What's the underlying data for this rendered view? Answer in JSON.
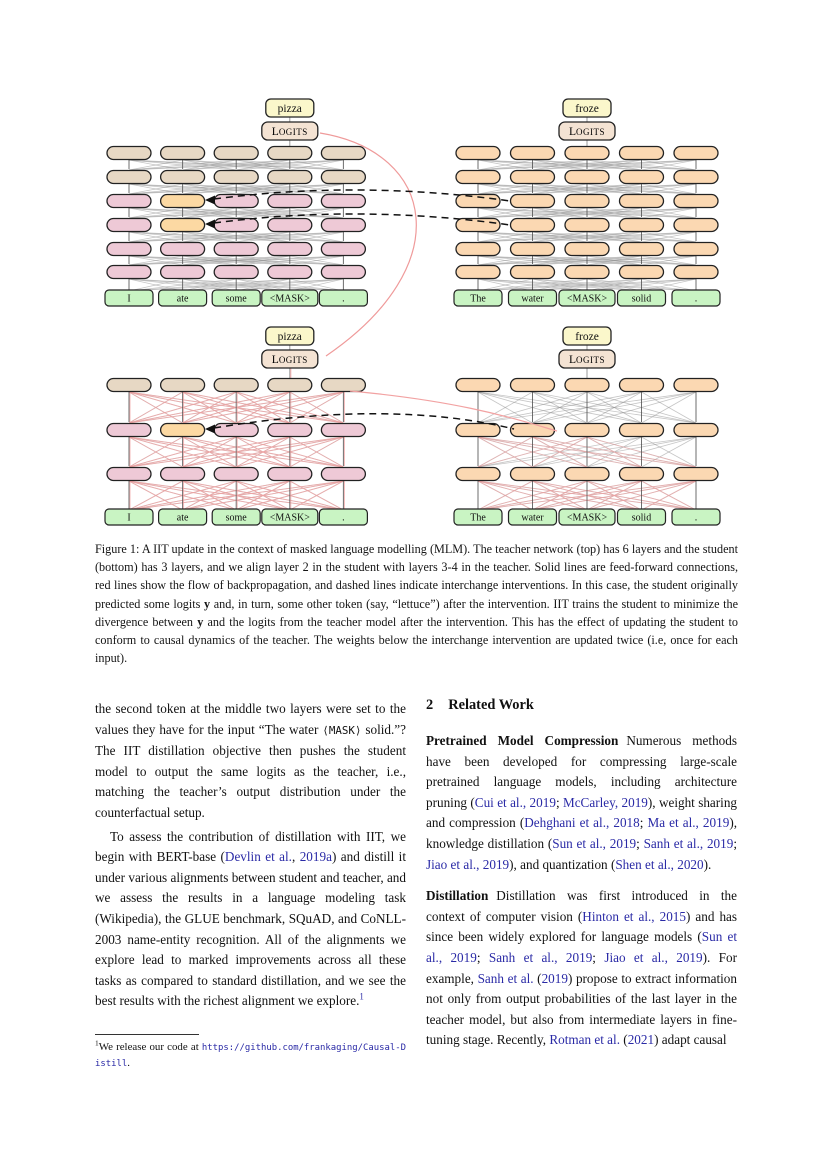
{
  "colors": {
    "tan": "#e7d8c4",
    "pink": "#eec9d6",
    "peach": "#fbd8b2",
    "orange": "#fcd9a3",
    "green": "#c9f4c3",
    "yellow": "#fbf7cb",
    "logits_bg": "#f4e3d3",
    "border": "#222222",
    "line_gray": "#8e8e8e",
    "line_red": "#f2a2a2",
    "link": "#2a2aa6"
  },
  "figure": {
    "networks": [
      {
        "id": "teacher-left",
        "role": "teacher",
        "tokens": [
          "I",
          "ate",
          "some",
          "<MASK>",
          "."
        ],
        "output": "pizza",
        "logits": "Logits",
        "red": "none",
        "grid": [
          [
            "tan",
            "tan",
            "tan",
            "tan",
            "tan"
          ],
          [
            "tan",
            "tan",
            "tan",
            "tan",
            "tan"
          ],
          [
            "pink",
            "orange",
            "pink",
            "pink",
            "pink"
          ],
          [
            "pink",
            "orange",
            "pink",
            "pink",
            "pink"
          ],
          [
            "pink",
            "pink",
            "pink",
            "pink",
            "pink"
          ],
          [
            "pink",
            "pink",
            "pink",
            "pink",
            "pink"
          ]
        ]
      },
      {
        "id": "teacher-right",
        "role": "teacher",
        "tokens": [
          "The",
          "water",
          "<MASK>",
          "solid",
          "."
        ],
        "output": "froze",
        "logits": "Logits",
        "red": "none",
        "grid": [
          [
            "peach",
            "peach",
            "peach",
            "peach",
            "peach"
          ],
          [
            "peach",
            "peach",
            "peach",
            "peach",
            "peach"
          ],
          [
            "peach",
            "peach",
            "peach",
            "peach",
            "peach"
          ],
          [
            "peach",
            "peach",
            "peach",
            "peach",
            "peach"
          ],
          [
            "peach",
            "peach",
            "peach",
            "peach",
            "peach"
          ],
          [
            "peach",
            "peach",
            "peach",
            "peach",
            "peach"
          ]
        ]
      },
      {
        "id": "student-left",
        "role": "student",
        "tokens": [
          "I",
          "ate",
          "some",
          "<MASK>",
          "."
        ],
        "output": "pizza",
        "logits": "Logits",
        "red": "all",
        "grid": [
          [
            "tan",
            "tan",
            "tan",
            "tan",
            "tan"
          ],
          [
            "pink",
            "orange",
            "pink",
            "pink",
            "pink"
          ],
          [
            "pink",
            "pink",
            "pink",
            "pink",
            "pink"
          ]
        ]
      },
      {
        "id": "student-right",
        "role": "student",
        "tokens": [
          "The",
          "water",
          "<MASK>",
          "solid",
          "."
        ],
        "output": "froze",
        "logits": "Logits",
        "red": "bottom",
        "grid": [
          [
            "peach",
            "peach",
            "peach",
            "peach",
            "peach"
          ],
          [
            "peach",
            "peach",
            "peach",
            "peach",
            "peach"
          ],
          [
            "peach",
            "peach",
            "peach",
            "peach",
            "peach"
          ]
        ]
      }
    ]
  },
  "caption": [
    {
      "t": "Figure 1:  A IIT update in the context of masked language modelling (MLM). The teacher network (top) has 6 layers and the student (bottom) has 3 layers, and we align layer 2 in the student with layers 3-4 in the teacher. Solid lines are feed-forward connections, red lines show the flow of backpropagation, and dashed lines indicate interchange interventions. In this case, the student originally predicted some logits ",
      "s": "plain"
    },
    {
      "t": "y",
      "s": "boldmath"
    },
    {
      "t": " and, in turn, some other token (say, “lettuce”) after the intervention.  IIT trains the student to minimize the divergence between ",
      "s": "plain"
    },
    {
      "t": "y",
      "s": "boldmath"
    },
    {
      "t": " and the logits from the teacher model after the intervention.  This has the effect of updating the student to conform to causal dynamics of the teacher.  The weights below the interchange intervention are updated twice (i.e, once for each input).",
      "s": "plain"
    }
  ],
  "left_column": {
    "para1": [
      {
        "t": "the second token at the middle two layers were set to the values they have for the input “The water ",
        "s": "plain"
      },
      {
        "t": "⟨MASK⟩",
        "s": "mono"
      },
      {
        "t": " solid.”? The IIT distillation objective then pushes the student model to output the same logits as the teacher, i.e., matching the teacher’s output distribution under the counterfactual setup.",
        "s": "plain"
      }
    ],
    "para2": [
      {
        "t": "To assess the contribution of distillation with IIT, we begin with BERT-base (",
        "s": "plain"
      },
      {
        "t": "Devlin et al.",
        "s": "link"
      },
      {
        "t": ", ",
        "s": "plain"
      },
      {
        "t": "2019a",
        "s": "link"
      },
      {
        "t": ") and distill it under various alignments between student and teacher, and we assess the results in a language modeling task (Wikipedia), the GLUE benchmark, SQuAD, and CoNLL-2003 name-entity recognition.  All of the alignments we explore lead to marked improvements across all these tasks as compared to standard distillation, and we see the best results with the richest alignment we explore.",
        "s": "plain"
      },
      {
        "t": "1",
        "s": "suplink",
        "n": "footnote-marker"
      }
    ],
    "footnote": [
      {
        "t": "1",
        "s": "sup",
        "n": "footnote-number"
      },
      {
        "t": "We release our code at ",
        "s": "plain"
      },
      {
        "t": "https://github.com/frankaging/Causal-Distill",
        "s": "monolink",
        "n": "code-url-link"
      },
      {
        "t": ".",
        "s": "plain"
      }
    ]
  },
  "right_column": {
    "heading_number": "2",
    "heading_text": "Related Work",
    "para1": [
      {
        "t": "Pretrained Model Compression",
        "s": "lead"
      },
      {
        "t": "Numerous methods have been developed for compressing large-scale pretrained language models, including architecture pruning (",
        "s": "plain"
      },
      {
        "t": "Cui et al., 2019",
        "s": "link"
      },
      {
        "t": "; ",
        "s": "plain"
      },
      {
        "t": "McCarley, 2019",
        "s": "link"
      },
      {
        "t": "), weight sharing and compression (",
        "s": "plain"
      },
      {
        "t": "Dehghani et al., 2018",
        "s": "link"
      },
      {
        "t": "; ",
        "s": "plain"
      },
      {
        "t": "Ma et al., 2019",
        "s": "link"
      },
      {
        "t": "), knowledge distillation (",
        "s": "plain"
      },
      {
        "t": "Sun et al., 2019",
        "s": "link"
      },
      {
        "t": "; ",
        "s": "plain"
      },
      {
        "t": "Sanh et al., 2019",
        "s": "link"
      },
      {
        "t": "; ",
        "s": "plain"
      },
      {
        "t": "Jiao et al., 2019",
        "s": "link"
      },
      {
        "t": "), and quantization (",
        "s": "plain"
      },
      {
        "t": "Shen et al., 2020",
        "s": "link"
      },
      {
        "t": ").",
        "s": "plain"
      }
    ],
    "para2": [
      {
        "t": "Distillation",
        "s": "lead"
      },
      {
        "t": "Distillation was first introduced in the context of computer vision (",
        "s": "plain"
      },
      {
        "t": "Hinton et al., 2015",
        "s": "link"
      },
      {
        "t": ") and has since been widely explored for language models (",
        "s": "plain"
      },
      {
        "t": "Sun et al., 2019",
        "s": "link"
      },
      {
        "t": "; ",
        "s": "plain"
      },
      {
        "t": "Sanh et al., 2019",
        "s": "link"
      },
      {
        "t": "; ",
        "s": "plain"
      },
      {
        "t": "Jiao et al., 2019",
        "s": "link"
      },
      {
        "t": "). For example, ",
        "s": "plain"
      },
      {
        "t": "Sanh et al.",
        "s": "link"
      },
      {
        "t": " (",
        "s": "plain"
      },
      {
        "t": "2019",
        "s": "link"
      },
      {
        "t": ") propose to extract information not only from output probabilities of the last layer in the teacher model, but also from intermediate layers in fine-tuning stage. Recently, ",
        "s": "plain"
      },
      {
        "t": "Rotman et al.",
        "s": "link"
      },
      {
        "t": " (",
        "s": "plain"
      },
      {
        "t": "2021",
        "s": "link"
      },
      {
        "t": ") adapt causal",
        "s": "plain"
      }
    ]
  }
}
